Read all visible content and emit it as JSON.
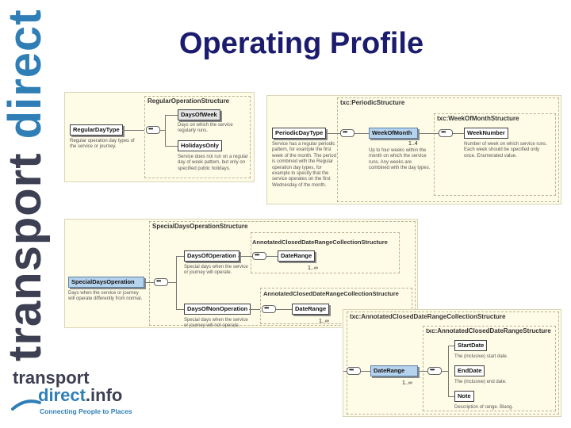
{
  "title": "Operating Profile",
  "brand": {
    "part1": "transport ",
    "part2": "direct"
  },
  "logo": {
    "line1": "transport",
    "line2": "direct",
    "line2_suffix": ".info",
    "tagline": "Connecting People to Places"
  },
  "colors": {
    "title": "#1c1c6e",
    "brand_dark": "#3d3f52",
    "brand_blue": "#2f7fb6",
    "panel_bg": "#fefbe6",
    "selected_element": "#b6d3ee"
  },
  "regular": {
    "title": "RegularOperationStructure",
    "days_of_week": "DaysOfWeek",
    "regular_day_type": "RegularDayType",
    "holidays_only": "HolidaysOnly",
    "desc_regular_day_type": "Regular operation day types of the service or journey.",
    "desc_days_of_week": "Days on which the service regularly runs.",
    "desc_holidays_only": "Service does not run on a regular day of week pattern, but only on specified public holidays."
  },
  "periodic": {
    "title": "txc:PeriodicStructure",
    "inner_title": "txc:WeekOfMonthStructure",
    "periodic_day_type": "PeriodicDayType",
    "week_of_month": "WeekOfMonth",
    "week_number": "WeekNumber",
    "mult": "1..4",
    "desc_periodic": "Service has a regular periodic pattern, for example the first week of the month. The period is combined with the Regular operation day types, for example to specify that the service operates on the first Wednesday of the month.",
    "desc_week_of_month": "Up to four weeks within the month on which the service runs. Any weeks are combined with the day types.",
    "desc_week_number": "Number of week on which service runs. Each week should be specified only once. Enumerated value."
  },
  "special": {
    "title": "SpecialDaysOperationStructure",
    "special_days_operation": "SpecialDaysOperation",
    "desc_special": "Days when the service or journey will operate differently from normal.",
    "days_of_operation": "DaysOfOperation",
    "desc_days_of_operation": "Special days when the service or journey will operate.",
    "days_of_non_operation": "DaysOfNonOperation",
    "desc_days_of_non_operation": "Special days when the service or journey will not operate.",
    "group_title_1": "AnnotatedClosedDateRangeCollectionStructure",
    "group_title_2": "AnnotatedClosedDateRangeCollectionStructure",
    "date_range": "DateRange",
    "mult": "1..∞"
  },
  "annotated": {
    "title": "txc:AnnotatedClosedDateRangeCollectionStructure",
    "inner_title": "txc:AnnotatedClosedDateRangeStructure",
    "date_range": "DateRange",
    "mult": "1..∞",
    "start_date": "StartDate",
    "desc_start_date": "The (inclusive) start date.",
    "end_date": "EndDate",
    "desc_end_date": "The (inclusive) end date.",
    "note": "Note",
    "desc_note": "Description of range. Blang."
  }
}
